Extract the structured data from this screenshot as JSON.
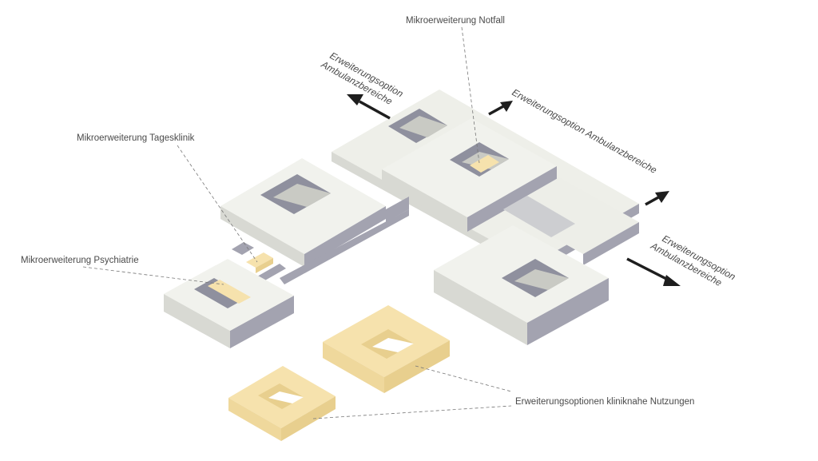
{
  "labels": {
    "notfall": "Mikroerweiterung Notfall",
    "tagesklinik": "Mikroerweiterung Tagesklinik",
    "psychiatrie": "Mikroerweiterung Psychiatrie",
    "kliniknahe": "Erweiterungsoptionen kliniknahe Nutzungen",
    "ambulanz_nw_1": "Erweiterungsoption",
    "ambulanz_nw_2": "Ambulanzbereiche",
    "ambulanz_ne": "Erweiterungsoption Ambulanzbereiche",
    "ambulanz_se_1": "Erweiterungsoption",
    "ambulanz_se_2": "Ambulanzbereiche"
  },
  "colors": {
    "building_top": "#eff0eb",
    "building_side": "#a3a3b0",
    "building_side_light": "#d8d9d3",
    "courtyard_wall": "#8f909e",
    "courtyard_floor": "#c9cac4",
    "expansion_top": "#f6e2ad",
    "expansion_side": "#e8cf8e",
    "arrow": "#1e1e1e",
    "leader": "#777777",
    "text": "#4a4a4a"
  }
}
